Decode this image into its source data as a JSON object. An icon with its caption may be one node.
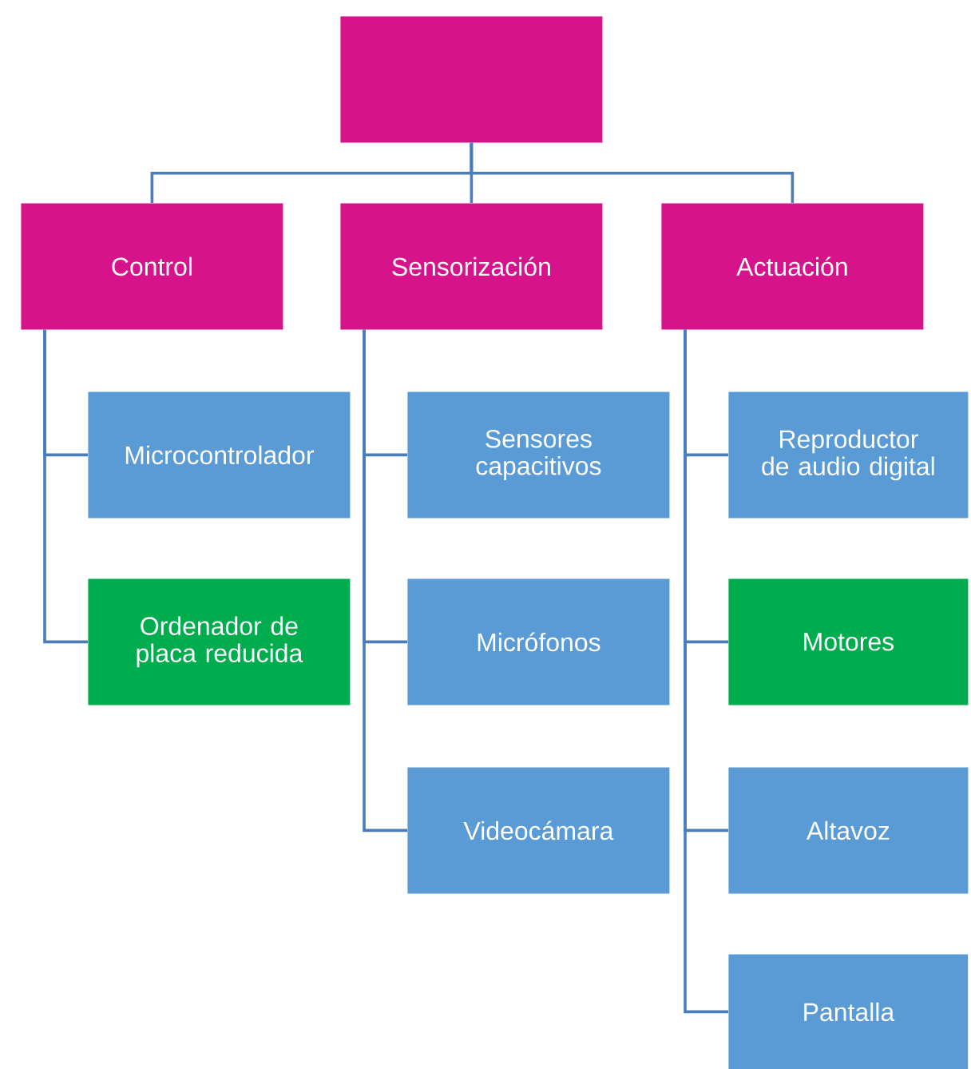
{
  "diagram": {
    "nodes": [
      {
        "text": [],
        "shape": "box"
      },
      {
        "text": [
          "Control"
        ]
      },
      {
        "text": [
          "Sensorización"
        ]
      },
      {
        "text": [
          "Actuación"
        ]
      },
      {
        "text": [
          "Microcontrolador"
        ]
      },
      {
        "text": [
          "Ordenador de placa reducida"
        ]
      },
      {
        "text": [
          "Sensores capacitivos"
        ]
      },
      {
        "text": [
          "Micrófonos"
        ]
      },
      {
        "text": [
          "Videocámara"
        ]
      },
      {
        "text": [
          "Reproductor de audio digital"
        ]
      },
      {
        "text": [
          "Motores"
        ]
      },
      {
        "text": [
          "Altavoz"
        ]
      },
      {
        "text": [
          "Pantalla"
        ]
      }
    ],
    "edges": [
      {
        "from": 0,
        "to": 1,
        "arrow": "none"
      },
      {
        "from": 0,
        "to": 2,
        "arrow": "none"
      },
      {
        "from": 0,
        "to": 3,
        "arrow": "none"
      },
      {
        "from": 1,
        "to": 4,
        "arrow": "none"
      },
      {
        "from": 1,
        "to": 5,
        "arrow": "none"
      },
      {
        "from": 2,
        "to": 6,
        "arrow": "none"
      },
      {
        "from": 2,
        "to": 7,
        "arrow": "none"
      },
      {
        "from": 2,
        "to": 8,
        "arrow": "none"
      },
      {
        "from": 3,
        "to": 9,
        "arrow": "none"
      },
      {
        "from": 3,
        "to": 10,
        "arrow": "none"
      },
      {
        "from": 3,
        "to": 11,
        "arrow": "none"
      },
      {
        "from": 3,
        "to": 12,
        "arrow": "none"
      }
    ]
  }
}
